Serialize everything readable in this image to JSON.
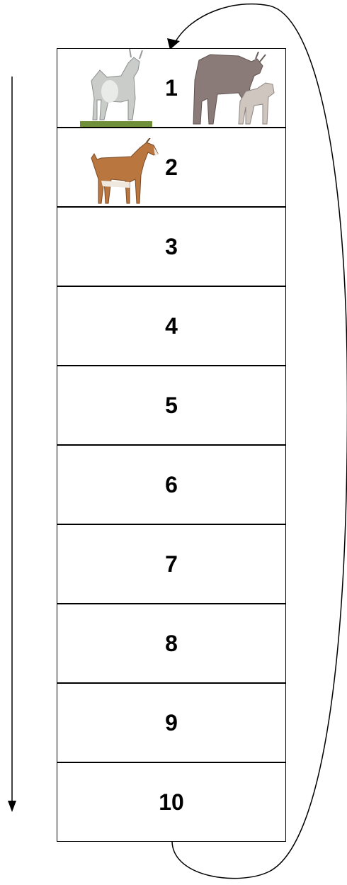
{
  "cells": [
    {
      "label": "1"
    },
    {
      "label": "2"
    },
    {
      "label": "3"
    },
    {
      "label": "4"
    },
    {
      "label": "5"
    },
    {
      "label": "6"
    },
    {
      "label": "7"
    },
    {
      "label": "8"
    },
    {
      "label": "9"
    },
    {
      "label": "10"
    }
  ],
  "pictures": {
    "cell_1_left": "standing-goat-photo",
    "cell_1_right": "goat-nursing-kid-photo",
    "cell_2_left": "brown-goat-photo"
  },
  "colors": {
    "stroke": "#000000",
    "background": "#ffffff",
    "grass": "#6f8f3a"
  }
}
